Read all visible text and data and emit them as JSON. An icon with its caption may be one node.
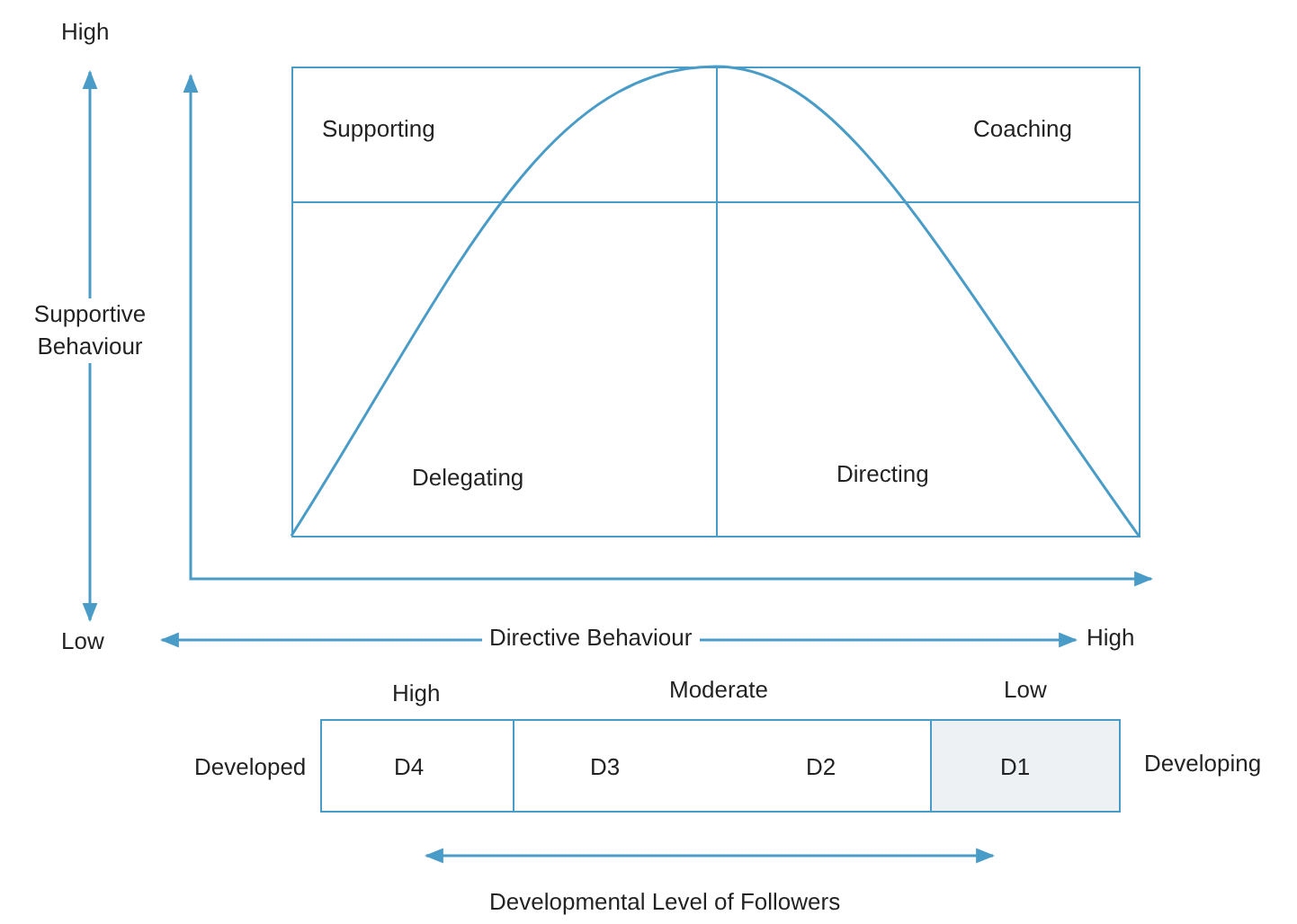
{
  "diagram": {
    "nodes": [
      {
        "text": [
          "Supporting"
        ]
      },
      {
        "text": [
          "Coaching"
        ]
      },
      {
        "text": [
          "Delegating"
        ]
      },
      {
        "text": [
          "Directing"
        ]
      },
      {
        "text": [
          "D4"
        ]
      },
      {
        "text": [
          "D3",
          "D2"
        ]
      },
      {
        "text": [
          "D1"
        ]
      }
    ],
    "labels": [
      "High",
      "Supportive Behaviour",
      "Low",
      "Directive Behaviour",
      "High",
      "High",
      "Moderate",
      "Low",
      "Developed",
      "Developing",
      "Developmental Level of Followers"
    ]
  }
}
